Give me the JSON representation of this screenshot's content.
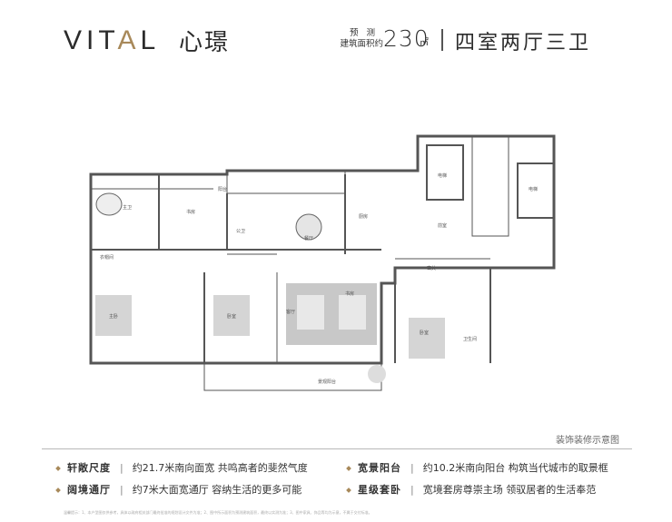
{
  "header": {
    "logo_en": "VITAL",
    "logo_cn": "心璟",
    "area_line1": "预测",
    "area_line2": "建筑面积约",
    "area_value": "230",
    "area_unit": "㎡",
    "layout_title": "四室两厅三卫"
  },
  "floorplan": {
    "disclaimer": "装饰装修示意图",
    "rooms": {
      "master_bath": "主卫",
      "study": "书房",
      "guest_bath": "公卫",
      "dining": "餐厅",
      "kitchen": "厨房",
      "cloakroom": "衣帽间",
      "master_bed": "主卧",
      "bed2": "卧室",
      "living": "客厅",
      "study2": "书房",
      "bed3": "卧室",
      "bath3": "卫生间",
      "balcony": "阳台",
      "lift1": "电梯",
      "lift2": "电梯",
      "hall": "前室",
      "entry": "玄关",
      "garden": "景观阳台"
    }
  },
  "features": [
    {
      "title": "轩敞尺度",
      "desc": "约21.7米南向面宽 共鸣高者的斐然气度"
    },
    {
      "title": "宽景阳台",
      "desc": "约10.2米南向阳台 构筑当代城市的取景框"
    },
    {
      "title": "阔境通厅",
      "desc": "约7米大面宽通厅 容纳生活的更多可能"
    },
    {
      "title": "星级套卧",
      "desc": "宽境套房尊崇主场 领驭居者的生活奉范"
    }
  ],
  "fineprint": "温馨提示：1、本户型图仅供参考，具体以政府相关部门最终批准的规划设计文件为准；2、图中所示面积为预测建筑面积，最终以实测为准；3、图中家具、饰品等均为示意，不属于交付标准。"
}
